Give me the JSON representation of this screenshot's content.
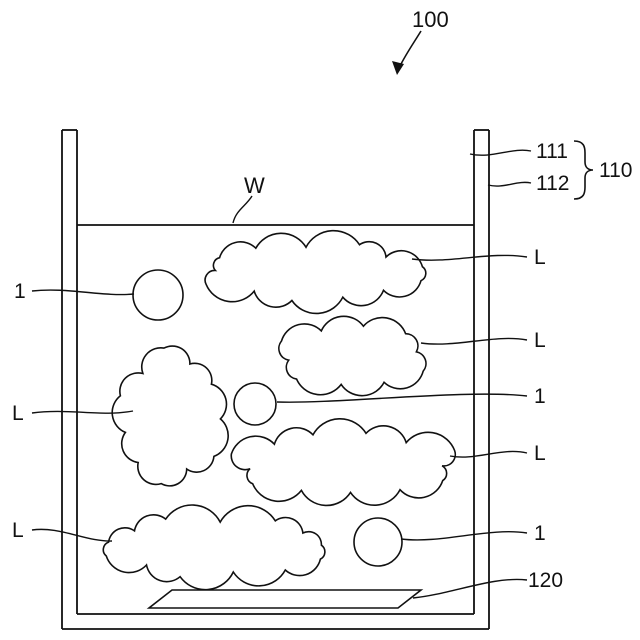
{
  "figure": {
    "reference_number": "100",
    "water_surface_label": "W",
    "inner_wall_ref": "111",
    "outer_wall_ref": "112",
    "vessel_group_ref": "110",
    "plate_ref": "120",
    "floc_label": "L",
    "bubble_label": "1"
  }
}
